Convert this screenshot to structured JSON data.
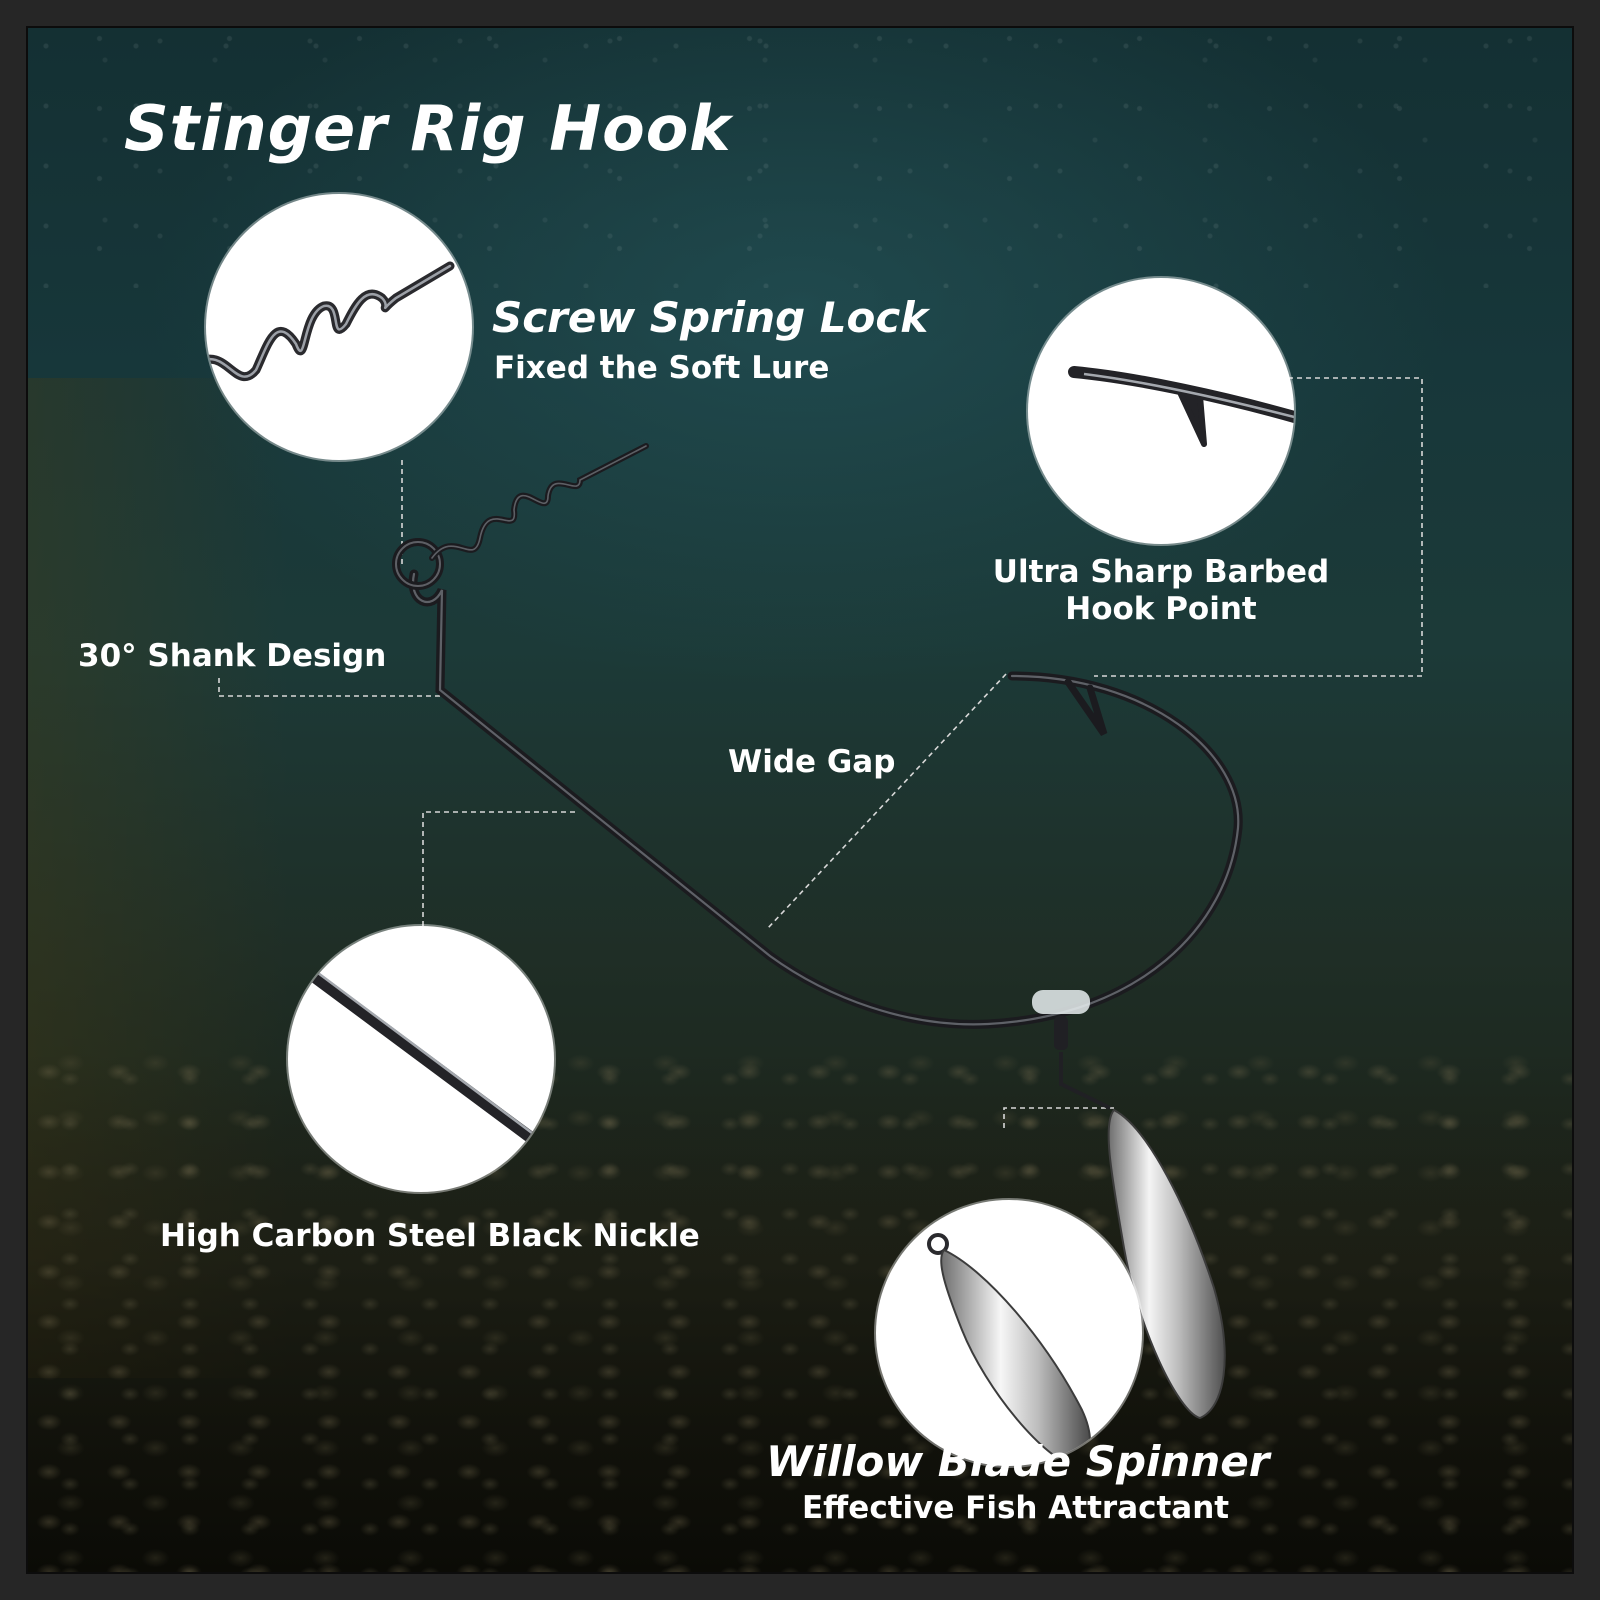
{
  "title": "Stinger Rig Hook",
  "callouts": {
    "screw_spring_lock": {
      "heading": "Screw Spring Lock",
      "subheading": "Fixed the Soft Lure"
    },
    "barbed_point": {
      "line1": "Ultra Sharp Barbed",
      "line2": "Hook Point"
    },
    "shank": {
      "label": "30° Shank Design"
    },
    "wide_gap": {
      "label": "Wide Gap"
    },
    "steel": {
      "label": "High Carbon Steel Black Nickle"
    },
    "willow_blade": {
      "heading": "Willow Blade Spinner",
      "subheading": "Effective Fish Attractant"
    }
  },
  "icons": [
    "spring-coil-icon",
    "barb-icon",
    "wire-icon",
    "blade-icon"
  ],
  "colors": {
    "text": "#ffffff",
    "hook": "#1b1b1f",
    "water_top": "#143033",
    "water_bottom": "#101108",
    "blade": "#c8c8c8"
  }
}
